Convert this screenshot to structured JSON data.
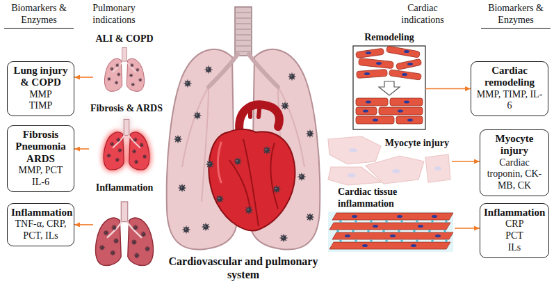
{
  "diagram": {
    "nodes": [
      {
        "text": [
          "Lung injury & COPD",
          "MMP TIMP"
        ]
      },
      {
        "text": [
          "ALI & COPD"
        ]
      },
      {
        "text": [
          "Remodeling"
        ]
      },
      {
        "text": [
          "Cardiac remodeling",
          "MMP, TIMP, IL-6"
        ]
      },
      {
        "text": [
          "Fibrosis Pneumonia ARDS",
          "MMP, PCT IL-6"
        ]
      },
      {
        "text": [
          "Fibrosis & ARDS"
        ]
      },
      {
        "text": [
          "Myocyte injury"
        ]
      },
      {
        "text": [
          "Myocyte injury",
          "Cardiac troponin, CK-MB, CK"
        ]
      },
      {
        "text": [
          "Inflammation",
          "TNF-α, CRP, PCT, ILs"
        ]
      },
      {
        "text": [
          "Inflammation"
        ]
      },
      {
        "text": [
          "Cardiac tissue inflammation"
        ]
      },
      {
        "text": [
          "Inflammation",
          "CRP PCT ILs"
        ]
      }
    ],
    "edges": [
      {
        "from": 1,
        "to": 0,
        "arrow": "to"
      },
      {
        "from": 2,
        "to": 3,
        "arrow": "to"
      },
      {
        "from": 5,
        "to": 4,
        "arrow": "to"
      },
      {
        "from": 6,
        "to": 7,
        "arrow": "to"
      },
      {
        "from": 9,
        "to": 8,
        "arrow": "to"
      },
      {
        "from": 10,
        "to": 11,
        "arrow": "to"
      }
    ],
    "labels": [
      "Biomarkers & Enzymes",
      "Pulmonary indications",
      "Cardiac indications",
      "Biomarkers & Enzymes",
      "Cardiovascular and pulmonary system"
    ]
  }
}
